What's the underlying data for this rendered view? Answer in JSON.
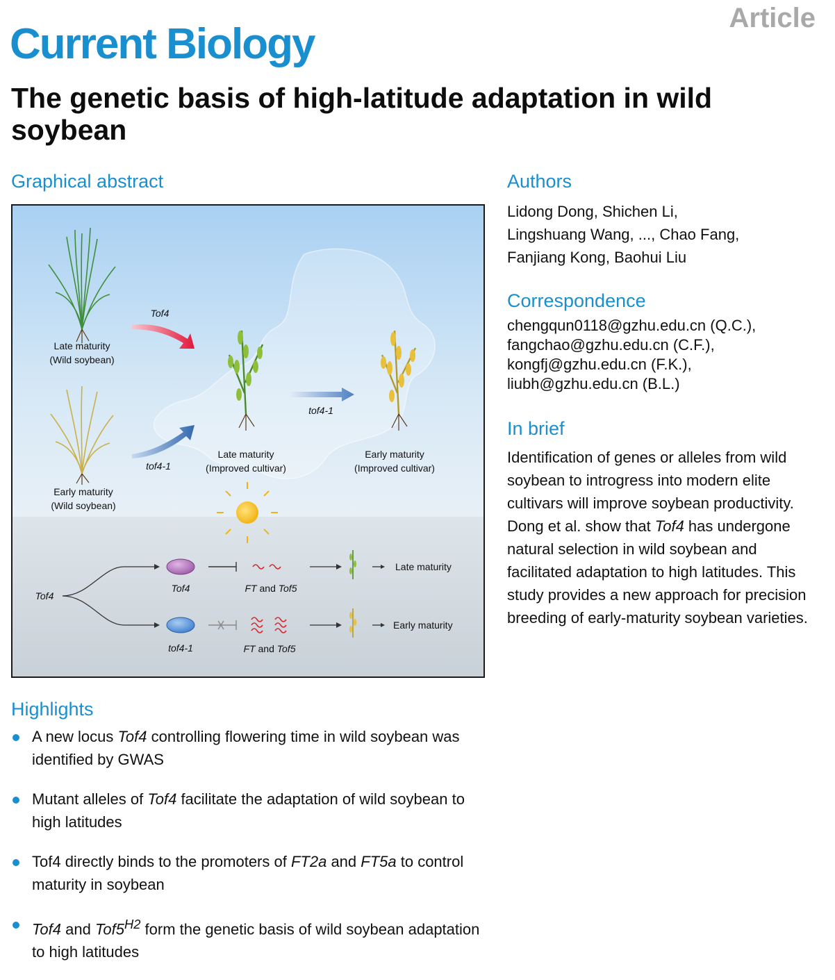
{
  "header": {
    "article_tag": "Article",
    "journal": "Current Biology",
    "title": "The genetic basis of high-latitude adaptation in wild soybean"
  },
  "sections": {
    "graphical_abstract": "Graphical abstract",
    "authors": "Authors",
    "correspondence": "Correspondence",
    "in_brief": "In brief",
    "highlights": "Highlights"
  },
  "authors": {
    "line1": "Lidong Dong, Shichen Li,",
    "line2": "Lingshuang Wang, ..., Chao Fang,",
    "line3": "Fanjiang Kong, Baohui Liu"
  },
  "correspondence": [
    "chengqun0118@gzhu.edu.cn (Q.C.),",
    "fangchao@gzhu.edu.cn (C.F.),",
    "kongfj@gzhu.edu.cn (F.K.),",
    "liubh@gzhu.edu.cn (B.L.)"
  ],
  "in_brief": {
    "before": "Identification of genes or alleles from wild soybean to introgress into modern elite cultivars will improve soybean productivity. Dong et al. show that ",
    "gene": "Tof4",
    "after": " has undergone natural selection in wild soybean and facilitated adaptation to high latitudes. This study provides a new approach for precision breeding of early-maturity soybean varieties."
  },
  "highlights": [
    {
      "a": "A new locus ",
      "b": "Tof4",
      "c": " controlling flowering time in wild soybean was identified by GWAS"
    },
    {
      "a": "Mutant alleles of ",
      "b": "Tof4",
      "c": " facilitate the adaptation of wild soybean to high latitudes"
    },
    {
      "a": "Tof4 directly binds to the promoters of ",
      "b": "FT2a",
      "c": " and ",
      "d": "FT5a",
      "e": " to control maturity in soybean"
    },
    {
      "b": "Tof4",
      "c": " and ",
      "d": "Tof5",
      "sup": "H2",
      "e": " form the genetic basis of wild soybean adaptation to high latitudes"
    }
  ],
  "graphic": {
    "late_wild_1": "Late maturity",
    "late_wild_2": "(Wild soybean)",
    "early_wild_1": "Early maturity",
    "early_wild_2": "(Wild soybean)",
    "late_cult_1": "Late maturity",
    "late_cult_2": "(Improved cultivar)",
    "early_cult_1": "Early maturity",
    "early_cult_2": "(Improved cultivar)",
    "tof4_arrow": "Tof4",
    "tof41_arrow": "tof4-1",
    "tof41_mid": "tof4-1",
    "tof4_root": "Tof4",
    "tof4_protein": "Tof4",
    "tof41_protein": "tof4-1",
    "ft_label_1_ft": "FT",
    "ft_label_1_and": " and ",
    "ft_label_1_tof5": "Tof5",
    "ft_label_2_ft": "FT",
    "ft_label_2_and": " and ",
    "ft_label_2_tof5": "Tof5",
    "out_late": "Late maturity",
    "out_early": "Early maturity"
  }
}
